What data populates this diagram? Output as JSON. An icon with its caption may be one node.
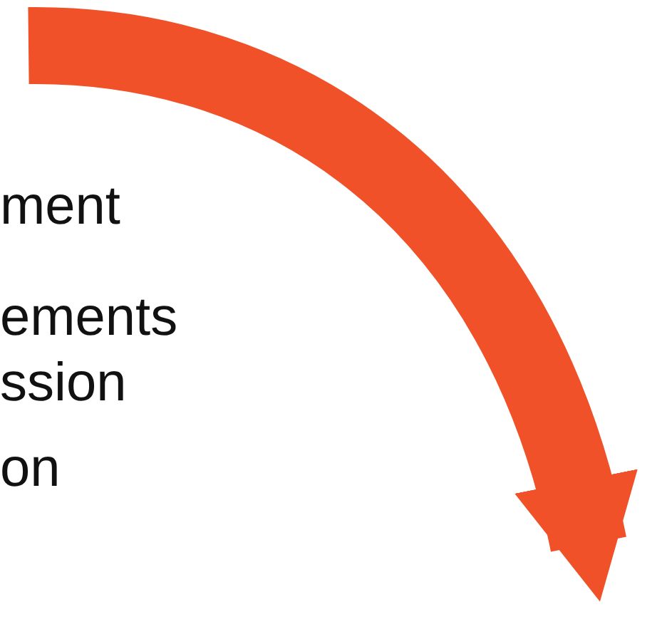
{
  "diagram": {
    "labels": [
      "ment",
      "ements ssion",
      "on"
    ]
  }
}
